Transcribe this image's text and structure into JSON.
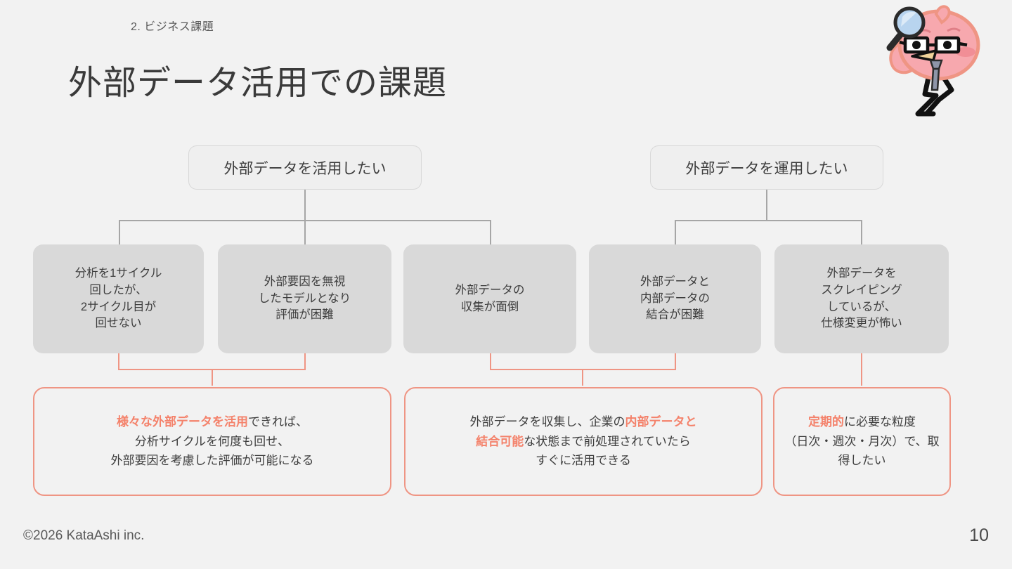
{
  "header": {
    "section_label": "2. ビジネス課題",
    "title": "外部データ活用での課題"
  },
  "mascot": {
    "name": "flamingo-detective-mascot",
    "body_color": "#f7a8ae",
    "outline_color": "#ef9584",
    "lens_color": "#b8d4ef"
  },
  "diagram": {
    "top_nodes": [
      {
        "label": "外部データを活用したい"
      },
      {
        "label": "外部データを運用したい"
      }
    ],
    "problem_nodes": [
      {
        "lines": [
          "分析を1サイクル",
          "回したが、",
          "2サイクル目が",
          "回せない"
        ]
      },
      {
        "lines": [
          "外部要因を無視",
          "したモデルとなり",
          "評価が困難"
        ]
      },
      {
        "lines": [
          "外部データの",
          "収集が面倒"
        ]
      },
      {
        "lines": [
          "外部データと",
          "内部データの",
          "結合が困難"
        ]
      },
      {
        "lines": [
          "外部データを",
          "スクレイピング",
          "しているが、",
          "仕様変更が怖い"
        ]
      }
    ],
    "result_nodes": [
      {
        "segments": [
          {
            "text": "様々な外部データを活用",
            "highlight": true
          },
          {
            "text": "できれば、",
            "highlight": false
          },
          {
            "text": "\n",
            "highlight": false
          },
          {
            "text": "分析サイクルを何度も回せ、",
            "highlight": false
          },
          {
            "text": "\n",
            "highlight": false
          },
          {
            "text": "外部要因を考慮した評価が可能になる",
            "highlight": false
          }
        ]
      },
      {
        "segments": [
          {
            "text": "外部データを収集し、企業の",
            "highlight": false
          },
          {
            "text": "内部データと",
            "highlight": true
          },
          {
            "text": "\n",
            "highlight": false
          },
          {
            "text": "結合可能",
            "highlight": true
          },
          {
            "text": "な状態まで前処理されていたら",
            "highlight": false
          },
          {
            "text": "\n",
            "highlight": false
          },
          {
            "text": "すぐに活用できる",
            "highlight": false
          }
        ]
      },
      {
        "segments": [
          {
            "text": "定期的",
            "highlight": true
          },
          {
            "text": "に必要な粒度",
            "highlight": false
          },
          {
            "text": "\n",
            "highlight": false
          },
          {
            "text": "（日次・週次・月次）で、取",
            "highlight": false
          },
          {
            "text": "\n",
            "highlight": false
          },
          {
            "text": "得したい",
            "highlight": false
          }
        ]
      }
    ]
  },
  "footer": {
    "copyright": "©2026 KataAshi inc.",
    "page_number": "10"
  },
  "colors": {
    "background": "#f2f2f2",
    "accent": "#f4826b",
    "accent_border": "#ef9584",
    "gray_box": "#d9d9d9",
    "connector_gray": "#a6a6a6",
    "text": "#3d3d3d"
  }
}
